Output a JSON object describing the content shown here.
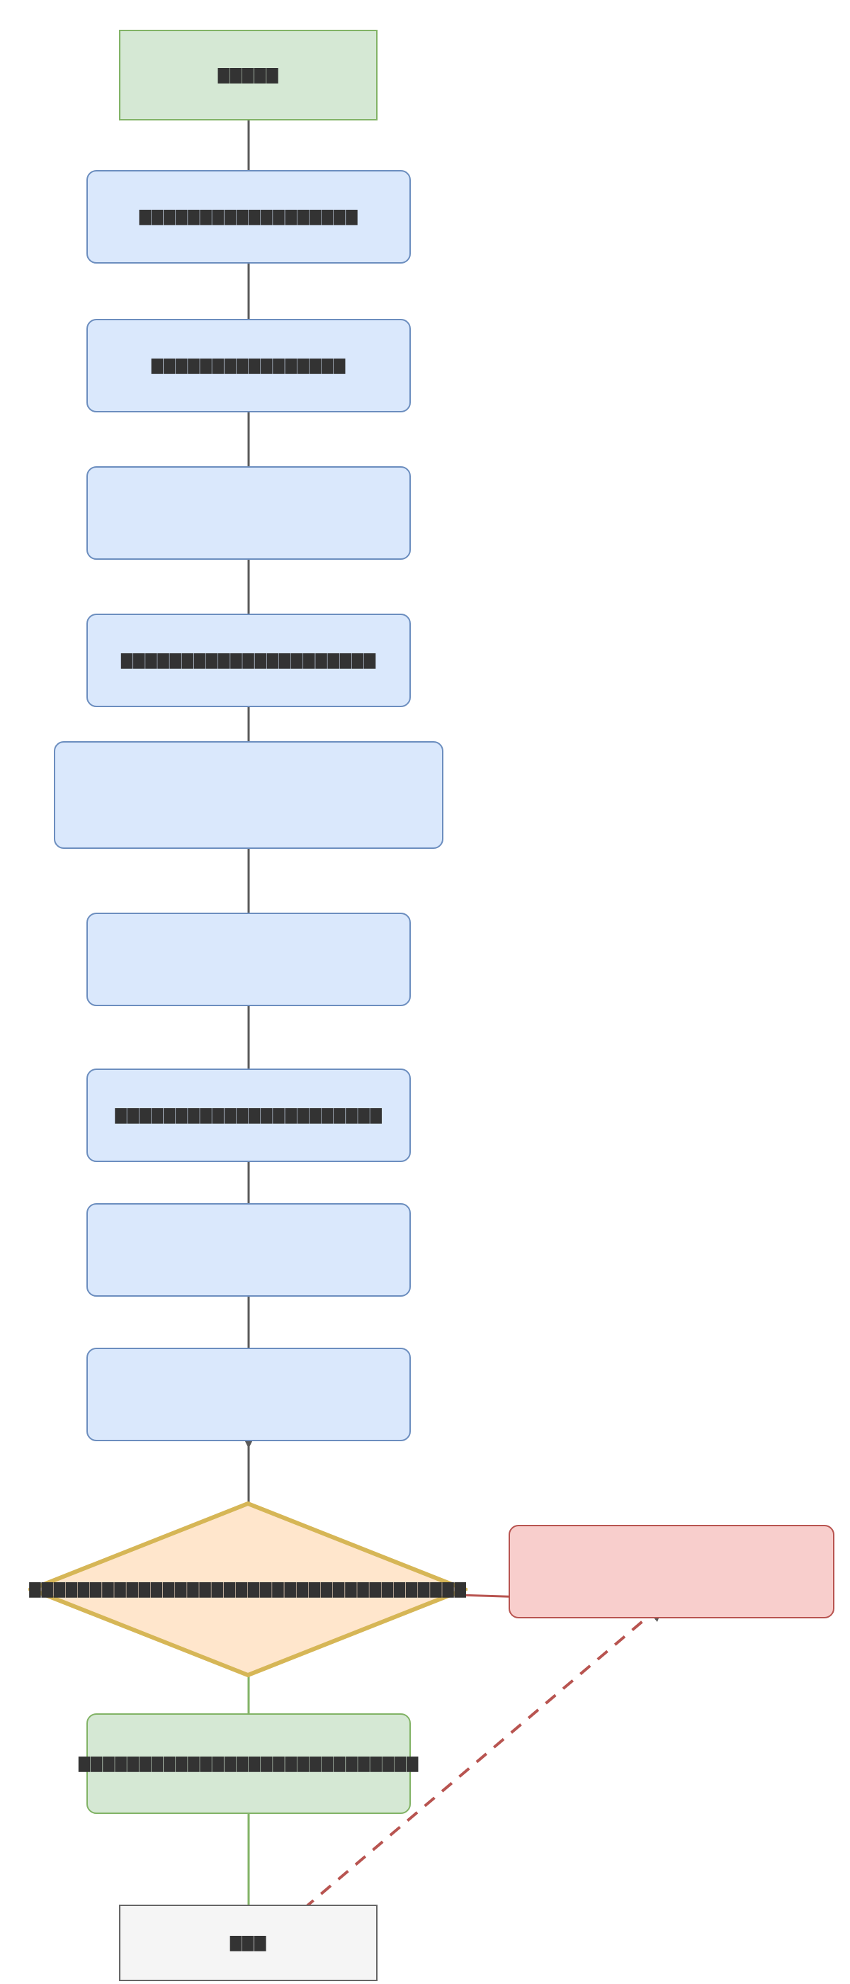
{
  "diagram": {
    "type": "flowchart",
    "direction": "top-down",
    "title": "",
    "background": "#ffffff",
    "palette": {
      "start_fill": "#d5e8d4",
      "start_stroke": "#82b366",
      "process_fill": "#dae8fc",
      "process_stroke": "#6c8ebf",
      "decision_fill": "#ffe6cc",
      "decision_stroke": "#d6b656",
      "success_fill": "#d5e8d4",
      "success_stroke": "#82b366",
      "failure_fill": "#f8cecc",
      "failure_stroke": "#b85450",
      "end_fill": "#f5f5f5",
      "end_stroke": "#666666",
      "edge_default": "#595959",
      "edge_yes": "#82b366",
      "edge_no": "#b85450"
    },
    "nodes": [
      {
        "id": "n1",
        "shape": "rect",
        "role": "start",
        "label": "▇▇▇▇▇"
      },
      {
        "id": "n2",
        "shape": "rounded",
        "role": "process",
        "label": "▇▇▇▇▇▇▇▇▇▇▇▇▇▇▇▇▇▇"
      },
      {
        "id": "n3",
        "shape": "rounded",
        "role": "process",
        "label": "▇▇▇▇▇▇▇▇▇▇▇▇▇▇▇▇"
      },
      {
        "id": "n4",
        "shape": "rounded",
        "role": "process",
        "label": ""
      },
      {
        "id": "n5",
        "shape": "rounded",
        "role": "process",
        "label": "▇▇▇▇▇▇▇▇▇▇▇▇▇▇▇▇▇▇▇▇▇"
      },
      {
        "id": "n6",
        "shape": "rounded",
        "role": "process",
        "label": ""
      },
      {
        "id": "n7",
        "shape": "rounded",
        "role": "process",
        "label": ""
      },
      {
        "id": "n8",
        "shape": "rounded",
        "role": "process",
        "label": "▇▇▇▇▇▇▇▇▇▇▇▇▇▇▇▇▇▇▇▇▇▇"
      },
      {
        "id": "n9",
        "shape": "rounded",
        "role": "process",
        "label": ""
      },
      {
        "id": "n10",
        "shape": "rounded",
        "role": "process",
        "label": ""
      },
      {
        "id": "n11",
        "shape": "diamond",
        "role": "decision",
        "label": "▇▇▇▇▇▇▇▇▇▇▇▇▇▇▇▇▇▇▇▇▇▇▇▇▇▇▇▇▇▇▇▇▇▇▇▇"
      },
      {
        "id": "n12",
        "shape": "rounded",
        "role": "failure",
        "label": ""
      },
      {
        "id": "n13",
        "shape": "rounded",
        "role": "success",
        "label": "▇▇▇▇▇▇▇▇▇▇▇▇▇▇▇▇▇▇▇▇▇▇▇▇▇▇▇▇"
      },
      {
        "id": "n14",
        "shape": "rect",
        "role": "end",
        "label": "▇▇▇"
      }
    ],
    "edges": [
      {
        "from": "n1",
        "to": "n2",
        "style": "solid",
        "color": "#595959",
        "label": ""
      },
      {
        "from": "n2",
        "to": "n3",
        "style": "solid",
        "color": "#595959",
        "label": ""
      },
      {
        "from": "n3",
        "to": "n4",
        "style": "solid",
        "color": "#595959",
        "label": ""
      },
      {
        "from": "n4",
        "to": "n5",
        "style": "solid",
        "color": "#595959",
        "label": ""
      },
      {
        "from": "n5",
        "to": "n6",
        "style": "solid",
        "color": "#595959",
        "label": ""
      },
      {
        "from": "n6",
        "to": "n7",
        "style": "solid",
        "color": "#595959",
        "label": ""
      },
      {
        "from": "n7",
        "to": "n8",
        "style": "solid",
        "color": "#595959",
        "label": ""
      },
      {
        "from": "n8",
        "to": "n9",
        "style": "solid",
        "color": "#595959",
        "label": ""
      },
      {
        "from": "n9",
        "to": "n10",
        "style": "solid",
        "color": "#595959",
        "label": ""
      },
      {
        "from": "n10",
        "to": "n11",
        "style": "solid",
        "color": "#595959",
        "label": ""
      },
      {
        "from": "n11",
        "to": "n12",
        "style": "solid",
        "color": "#b85450",
        "label": ""
      },
      {
        "from": "n11",
        "to": "n13",
        "style": "solid",
        "color": "#82b366",
        "label": ""
      },
      {
        "from": "n13",
        "to": "n14",
        "style": "solid",
        "color": "#82b366",
        "label": ""
      },
      {
        "from": "n14",
        "to": "n12",
        "style": "dashed",
        "color": "#b85450",
        "label": ""
      }
    ]
  }
}
